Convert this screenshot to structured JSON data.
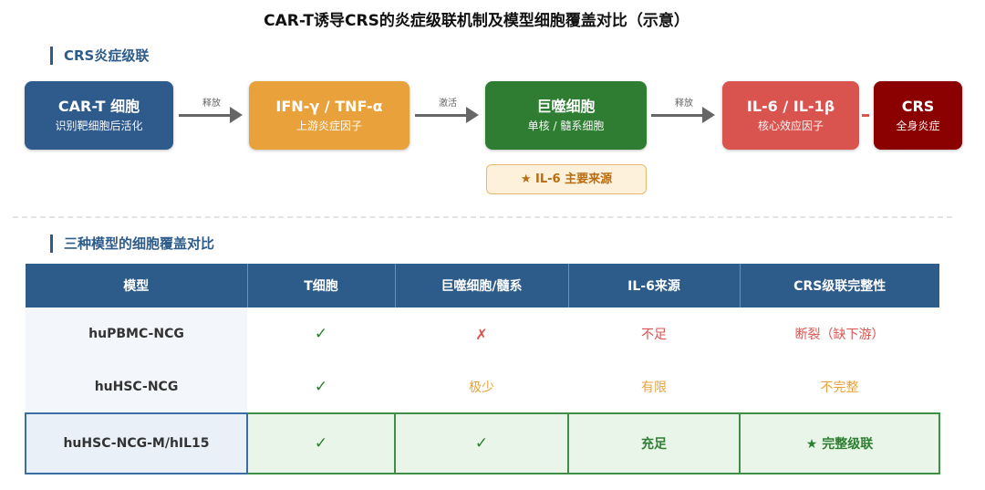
{
  "title": "CAR-T诱导CRS的炎症级联机制及模型细胞覆盖对比（示意）",
  "sections": {
    "cascade": "CRS炎症级联",
    "comparison": "三种模型的细胞覆盖对比"
  },
  "cascade": {
    "nodes": [
      {
        "title": "CAR-T 细胞",
        "sub": "识别靶细胞后活化",
        "color": "#2f5a8c"
      },
      {
        "title": "IFN-γ / TNF-α",
        "sub": "上游炎症因子",
        "color": "#e9a23b"
      },
      {
        "title": "巨噬细胞",
        "sub": "单核 / 髓系细胞",
        "color": "#2e7d32"
      },
      {
        "title": "IL-6 / IL-1β",
        "sub": "核心效应因子",
        "color": "#d9534f"
      },
      {
        "title": "CRS",
        "sub": "全身炎症",
        "color": "#8b0000"
      }
    ],
    "arrows": [
      "释放",
      "激活",
      "释放"
    ],
    "note": "★ IL-6 主要来源"
  },
  "table": {
    "headers": [
      "模型",
      "T细胞",
      "巨噬细胞/髓系",
      "IL-6来源",
      "CRS级联完整性"
    ],
    "rows": [
      {
        "model": "huPBMC-NCG",
        "t": "✓",
        "mac": "✗",
        "il6": "不足",
        "crs": "断裂（缺下游）"
      },
      {
        "model": "huHSC-NCG",
        "t": "✓",
        "mac": "极少",
        "il6": "有限",
        "crs": "不完整"
      },
      {
        "model": "huHSC-NCG-M/hIL15",
        "t": "✓",
        "mac": "✓",
        "il6": "充足",
        "crs": "★ 完整级联"
      }
    ]
  }
}
